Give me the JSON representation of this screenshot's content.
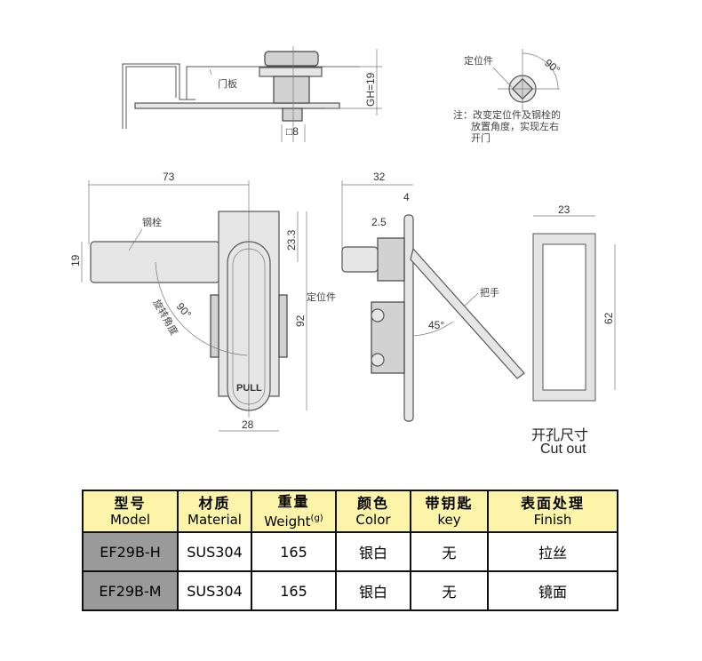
{
  "top_view": {
    "panel_label": "门板",
    "gh_dim": "GH=19",
    "square_dim": "□8"
  },
  "note": {
    "locator_label": "定位件",
    "angle": "90°",
    "lines": [
      "注：改变定位件及钢栓的",
      "放置角度，实现左右",
      "开门"
    ]
  },
  "front_view": {
    "width_dim": "73",
    "bolt_height_dim": "19",
    "bolt_label": "钢栓",
    "top_offset_dim": "23.3",
    "height_dim": "92",
    "base_width_dim": "28",
    "rotation_angle": "90°",
    "rotation_label": "旋转角度",
    "handle_text": "PULL"
  },
  "side_view": {
    "depth_dim": "32",
    "plate_dim": "4",
    "gap_dim": "2.5",
    "locator_label": "定位件",
    "handle_label": "把手",
    "angle": "45°"
  },
  "cutout": {
    "width_dim": "23",
    "height_dim": "62",
    "title_cn": "开孔尺寸",
    "title_en": "Cut out"
  },
  "table": {
    "headers": [
      {
        "cn": "型号",
        "en": "Model"
      },
      {
        "cn": "材质",
        "en": "Material"
      },
      {
        "cn": "重量",
        "en": "Weight",
        "unit": "(g)"
      },
      {
        "cn": "颜色",
        "en": "Color"
      },
      {
        "cn": "带钥匙",
        "en": "key"
      },
      {
        "cn": "表面处理",
        "en": "Finish"
      }
    ],
    "rows": [
      [
        "EF29B-H",
        "SUS304",
        "165",
        "银白",
        "无",
        "拉丝"
      ],
      [
        "EF29B-M",
        "SUS304",
        "165",
        "银白",
        "无",
        "镜面"
      ]
    ]
  }
}
